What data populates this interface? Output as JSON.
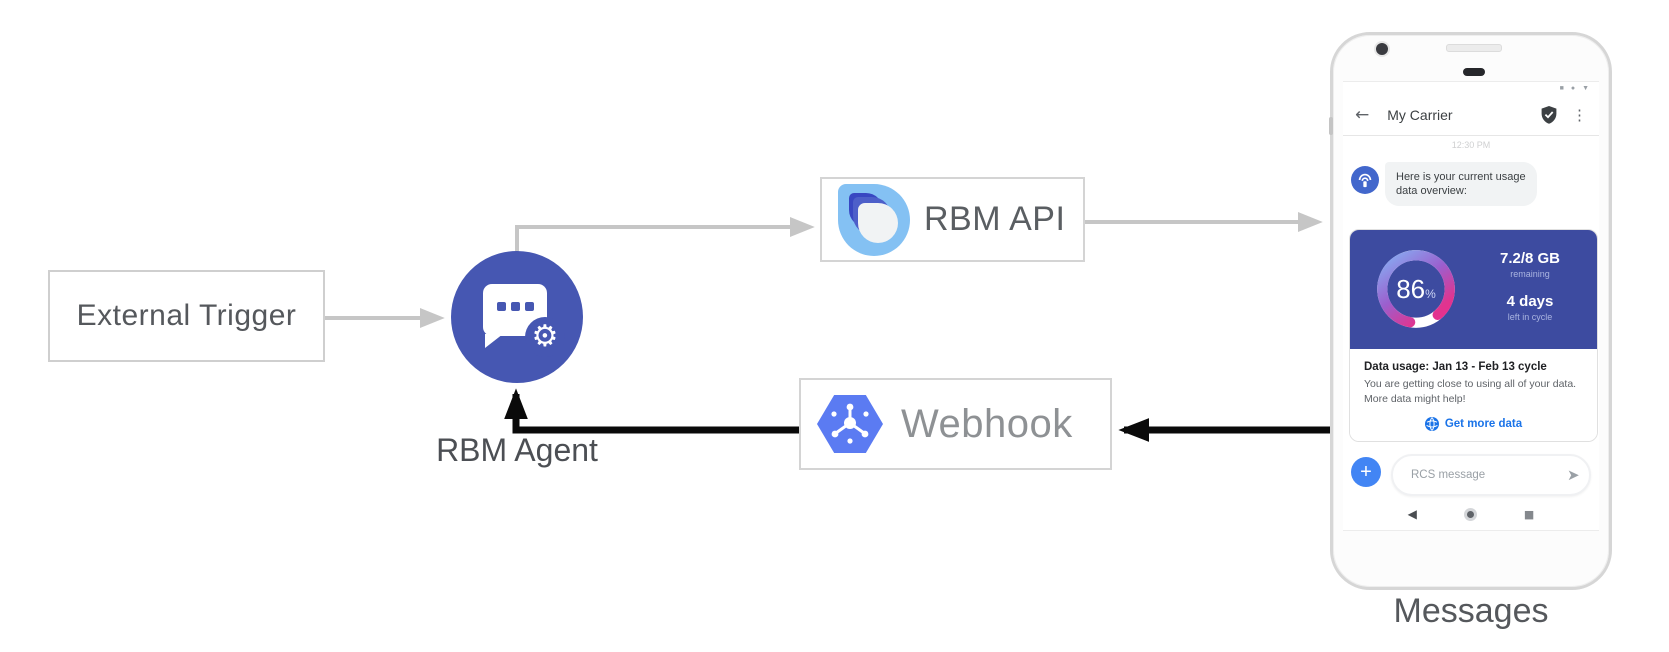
{
  "diagram": {
    "external_trigger_label": "External Trigger",
    "rbm_agent_label": "RBM Agent",
    "rbm_api_label": "RBM API",
    "webhook_label": "Webhook",
    "phone_caption": "Messages"
  },
  "phone": {
    "header": {
      "title": "My Carrier"
    },
    "timestamp": "12:30 PM",
    "conversation": {
      "bubble_text": "Here is your current usage data overview:",
      "card": {
        "gauge_percent": "86",
        "gauge_percent_sign": "%",
        "remaining_value": "7.2/8 GB",
        "remaining_label": "remaining",
        "days_value": "4 days",
        "days_label": "left in cycle",
        "title": "Data usage: Jan 13 - Feb 13 cycle",
        "body_line1": "You are getting close to using all of your data.",
        "body_line2": "More data might help!",
        "action_label": "Get more data"
      }
    },
    "composer": {
      "placeholder": "RCS message"
    }
  },
  "icons": {
    "back_arrow": "←",
    "overflow_menu": "⋮",
    "status_square": "■",
    "status_dot": "●",
    "status_triangle": "▼",
    "nav_back": "◀",
    "nav_square": "■",
    "send": "➤",
    "plus": "+",
    "gear": "⚙"
  },
  "colors": {
    "agent_circle": "#4657b2",
    "card_blue": "#3d4ba0",
    "gauge_gradient_start": "#85b1f4",
    "gauge_gradient_end": "#ee2d8e",
    "action_link_blue": "#1a73e8",
    "plus_button_blue": "#4285f4",
    "api_logo_blue": "#84c1f3",
    "webhook_hexagon_blue": "#5b7bf2",
    "arrow_gray": "#c6c6c6",
    "arrow_black": "#0a0a0a"
  }
}
